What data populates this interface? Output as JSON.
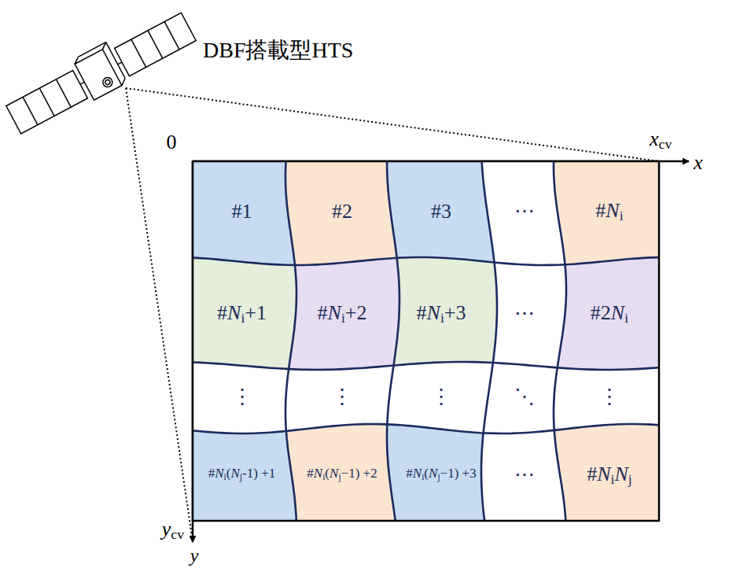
{
  "diagram": {
    "nodes": [
      {
        "text": [
          "#1"
        ]
      },
      {
        "text": [
          "#2"
        ]
      },
      {
        "text": [
          "#3"
        ]
      },
      {
        "text": [
          "⋯"
        ]
      },
      {
        "text": [
          "#Ni"
        ]
      },
      {
        "text": [
          "#Ni+1"
        ]
      },
      {
        "text": [
          "#Ni+2"
        ]
      },
      {
        "text": [
          "#Ni+3"
        ]
      },
      {
        "text": [
          "⋯"
        ]
      },
      {
        "text": [
          "#2Ni"
        ]
      },
      {
        "text": [
          "⋮"
        ]
      },
      {
        "text": [
          "⋮"
        ]
      },
      {
        "text": [
          "⋮"
        ]
      },
      {
        "text": [
          "⋱"
        ]
      },
      {
        "text": [
          "⋮"
        ]
      },
      {
        "text": [
          "#Ni(Nj-1) +1"
        ]
      },
      {
        "text": [
          "#Ni(Nj−1) +2"
        ]
      },
      {
        "text": [
          "#Ni(Nj−1) +3"
        ]
      },
      {
        "text": [
          "⋯"
        ]
      },
      {
        "text": [
          "#NiNj"
        ]
      }
    ],
    "labels": [
      "DBF搭載型HTS",
      "0",
      "xcv",
      "x",
      "ycv",
      "y"
    ]
  }
}
